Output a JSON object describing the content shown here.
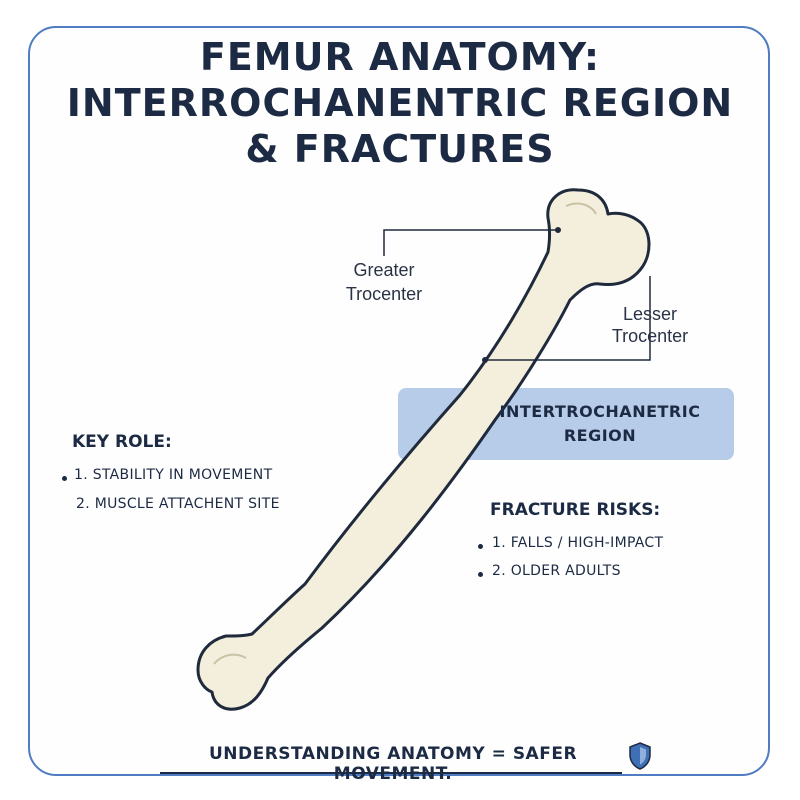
{
  "title": {
    "line1": "FEMUR ANATOMY:",
    "line2": "INTERROCHANENTRIC REGION",
    "line3": "& FRACTURES"
  },
  "labels": {
    "greater_line1": "Greater",
    "greater_line2": "Trocenter",
    "lesser_line1": "Lesser",
    "lesser_line2": "Trocenter",
    "region_line1": "INTERTROCHANETRIC",
    "region_line2": "REGION"
  },
  "key_role": {
    "heading": "KEY ROLE:",
    "items": [
      "1. STABILITY IN MOVEMENT",
      "2. MUSCLE ATTACHENT SITE"
    ]
  },
  "fracture_risks": {
    "heading": "FRACTURE RISKS:",
    "items": [
      "1. FALLS / HIGH-IMPACT",
      "2. OLDER ADULTS"
    ]
  },
  "footer": {
    "text": "UNDERSTANDING ANATOMY = SAFER MOVEMENT."
  },
  "icons": {
    "footer_icon": "shield-icon"
  },
  "colors": {
    "frame": "#4f7cc2",
    "text": "#1c2a44",
    "bone_fill": "#f4efdc",
    "bone_outline": "#1f2a3c",
    "region_highlight": "#7aa3d6",
    "shield": "#3f6fb5"
  }
}
